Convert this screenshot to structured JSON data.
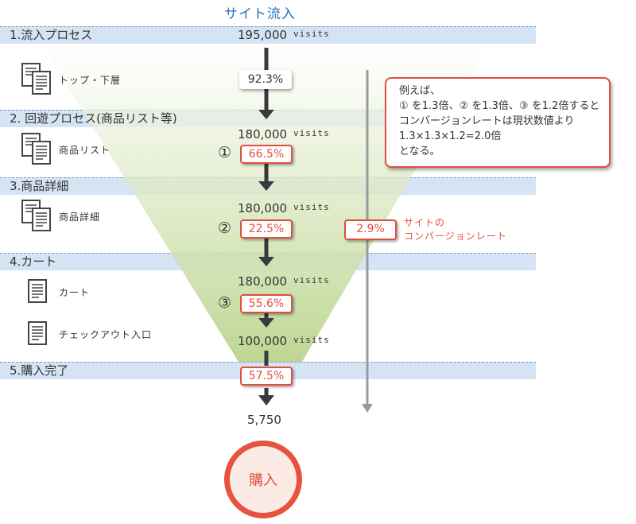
{
  "title": "サイト流入",
  "stages": [
    {
      "label": "1.流入プロセス",
      "visits": "195,000",
      "unit": "visits"
    },
    {
      "label": "2. 回遊プロセス(商品リスト等)",
      "visits": "180,000",
      "unit": "visits"
    },
    {
      "label": "3.商品詳細",
      "visits": "180,000",
      "unit": "visits"
    },
    {
      "label": "4.カート",
      "visits": "180,000",
      "unit": "visits"
    },
    {
      "label": "5.購入完了",
      "visits": "100,000",
      "unit": "visits"
    }
  ],
  "pages": [
    {
      "label": "トップ・下層",
      "icon": "multi-document-icon"
    },
    {
      "label": "商品リスト",
      "icon": "multi-document-icon"
    },
    {
      "label": "商品詳細",
      "icon": "multi-document-icon"
    },
    {
      "label": "カート",
      "icon": "document-icon"
    },
    {
      "label": "チェックアウト入口",
      "icon": "document-icon"
    }
  ],
  "rates": [
    {
      "marker": "",
      "value": "92.3%",
      "highlight": false
    },
    {
      "marker": "①",
      "value": "66.5%",
      "highlight": true
    },
    {
      "marker": "②",
      "value": "22.5%",
      "highlight": true
    },
    {
      "marker": "③",
      "value": "55.6%",
      "highlight": true
    },
    {
      "marker": "",
      "value": "57.5%",
      "highlight": true
    }
  ],
  "total_purchases": "5,750",
  "purchase_label": "購入",
  "site_conversion": {
    "value": "2.9%",
    "label_line1": "サイトの",
    "label_line2": "コンバージョンレート"
  },
  "note": {
    "lines": [
      "例えば、",
      "① を1.3倍、② を1.3倍、③ を1.2倍すると",
      "コンバージョンレートは現状数値より",
      "1.3×1.3×1.2=2.0倍",
      "となる。"
    ]
  },
  "colors": {
    "accent_red": "#e0503e",
    "title_blue": "#2a72bc",
    "band_blue": "#d5e4f4",
    "funnel_green": "#c2d99a"
  }
}
